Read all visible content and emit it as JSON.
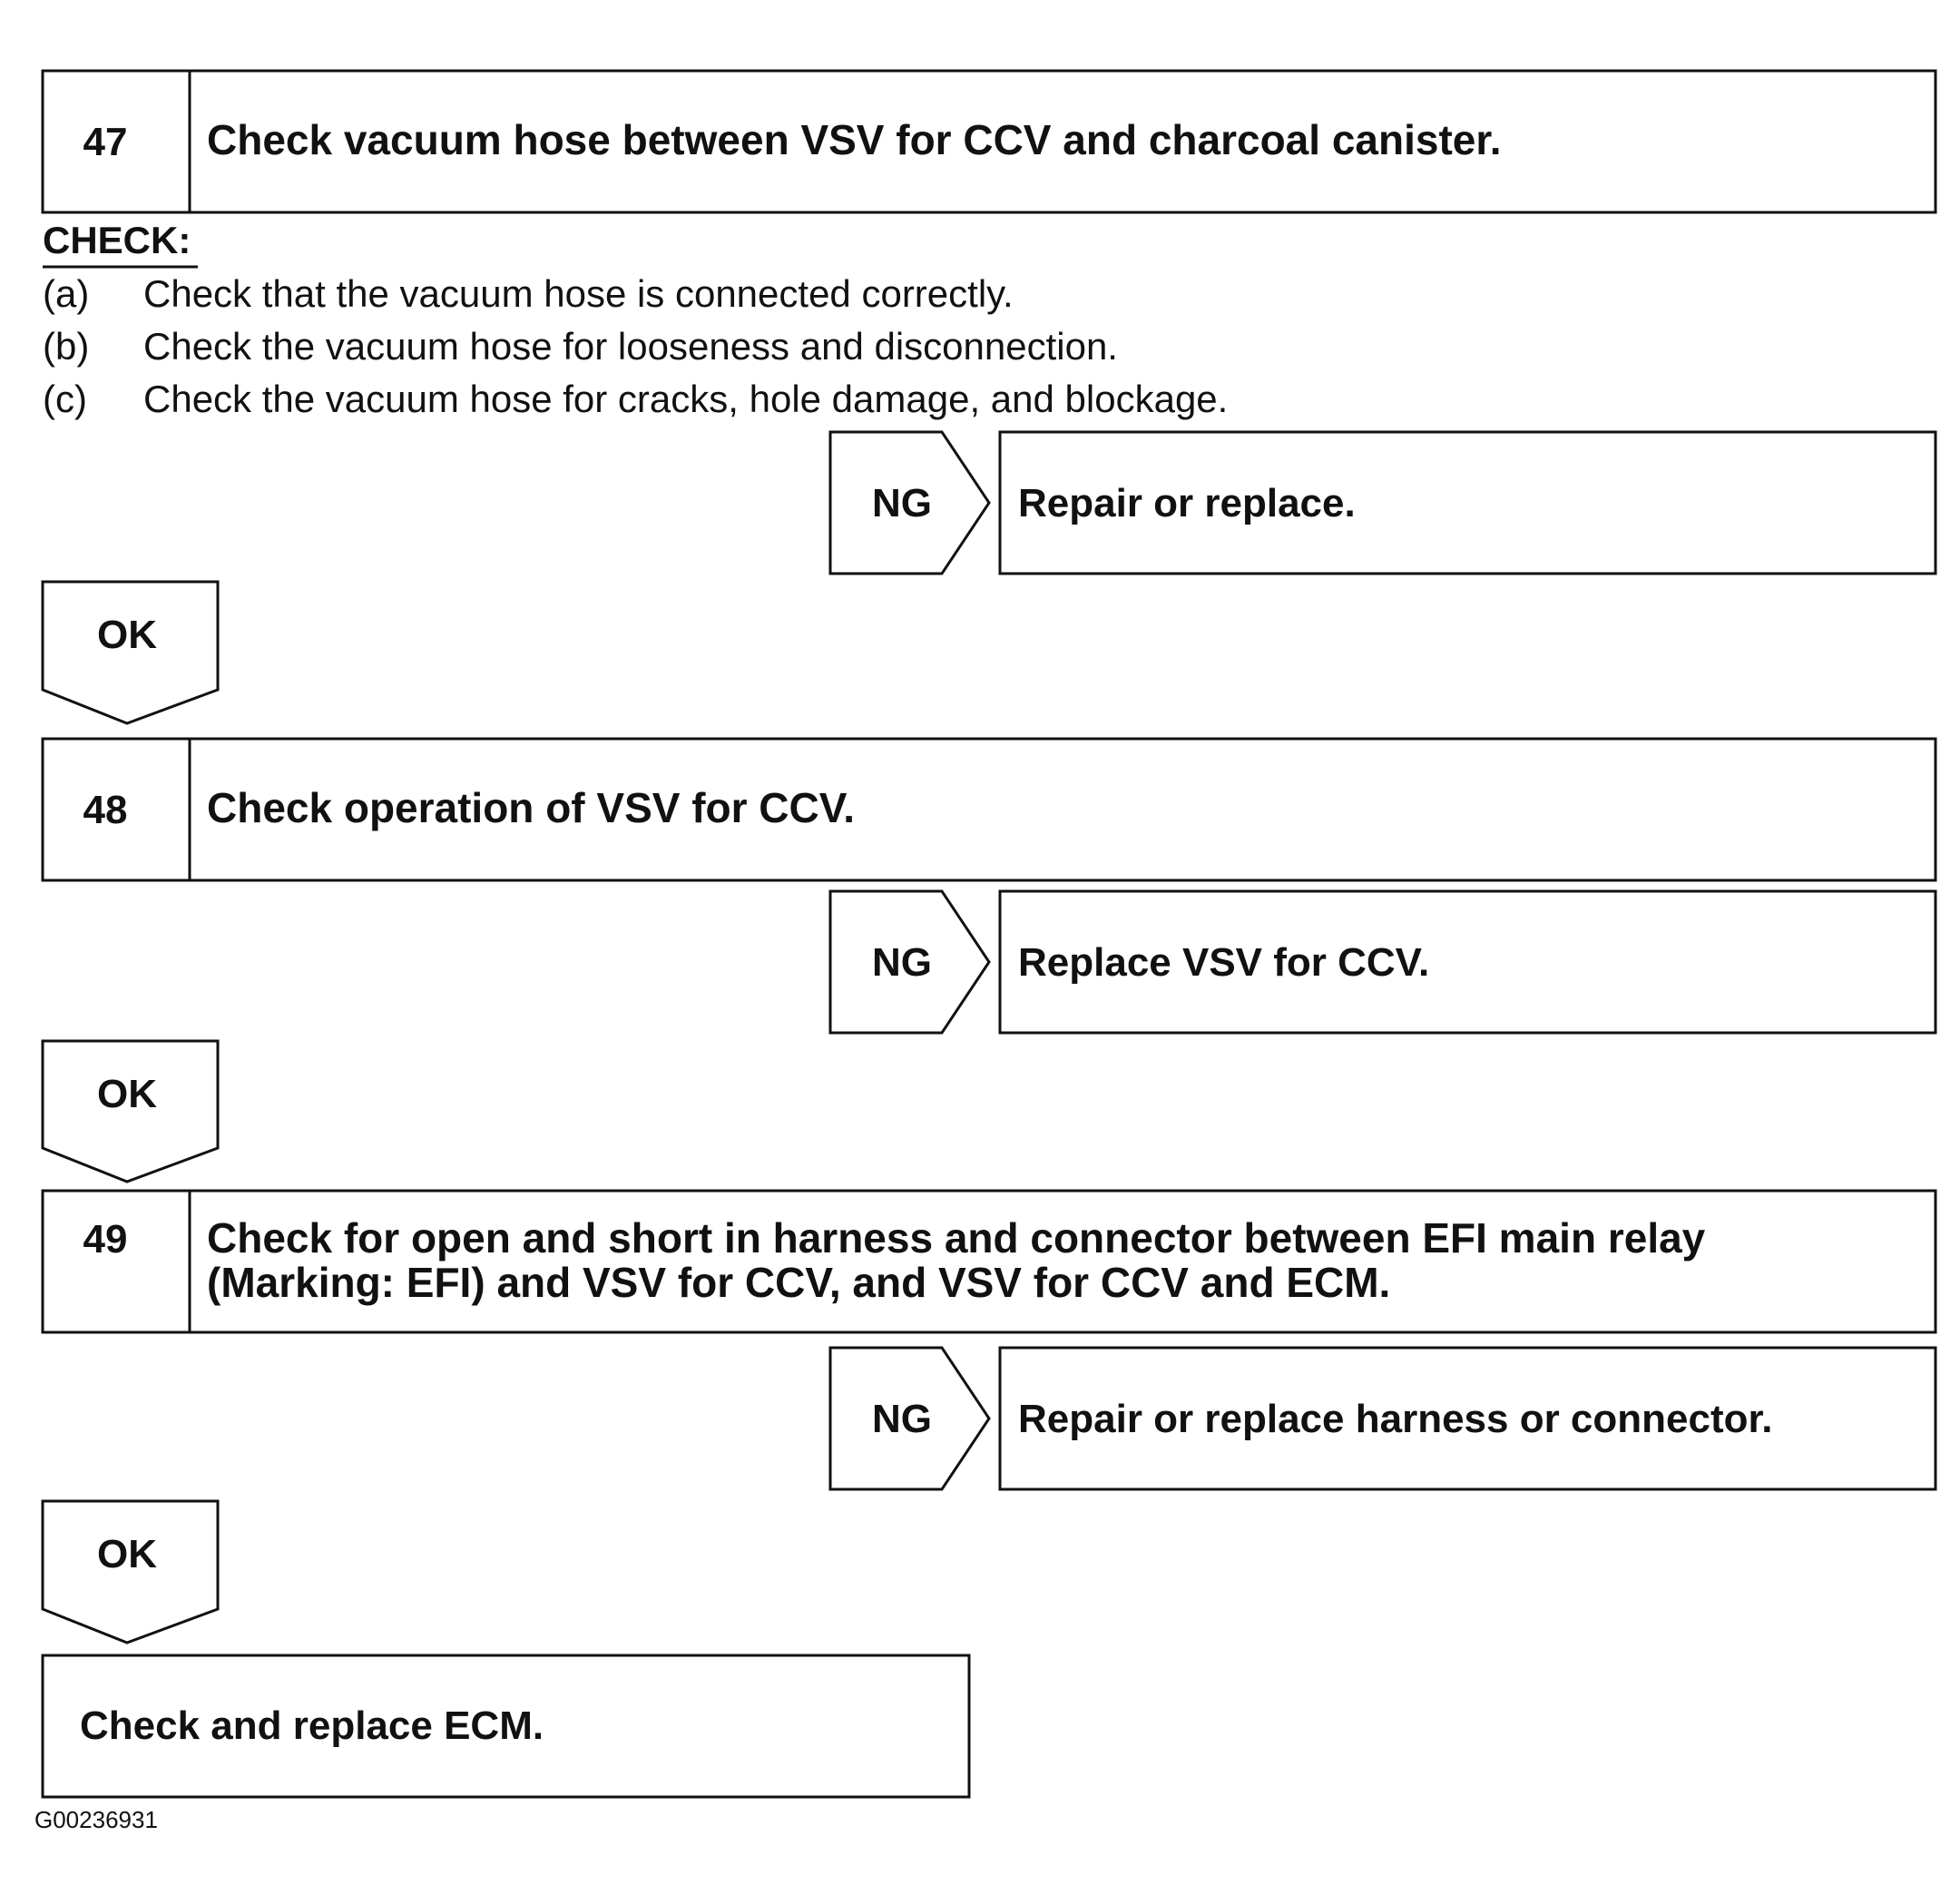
{
  "steps": [
    {
      "number": "47",
      "title": "Check vacuum hose between VSV for CCV and charcoal canister.",
      "check": {
        "heading": "CHECK:",
        "items": [
          {
            "marker": "(a)",
            "text": "Check that the vacuum hose is connected correctly."
          },
          {
            "marker": "(b)",
            "text": "Check the vacuum hose for looseness and disconnection."
          },
          {
            "marker": "(c)",
            "text": "Check the vacuum hose for cracks, hole damage, and blockage."
          }
        ]
      },
      "ng_label": "NG",
      "ng_action": "Repair or replace.",
      "ok_label": "OK"
    },
    {
      "number": "48",
      "title": "Check operation of VSV for CCV.",
      "ng_label": "NG",
      "ng_action": "Replace VSV for CCV.",
      "ok_label": "OK"
    },
    {
      "number": "49",
      "title_lines": [
        "Check for open and short in harness and connector between EFI main relay",
        "(Marking: EFI) and VSV for CCV, and VSV for CCV and ECM."
      ],
      "ng_label": "NG",
      "ng_action": "Repair or replace harness or connector.",
      "ok_label": "OK"
    }
  ],
  "final_action": "Check and replace ECM.",
  "figure_code": "G00236931"
}
